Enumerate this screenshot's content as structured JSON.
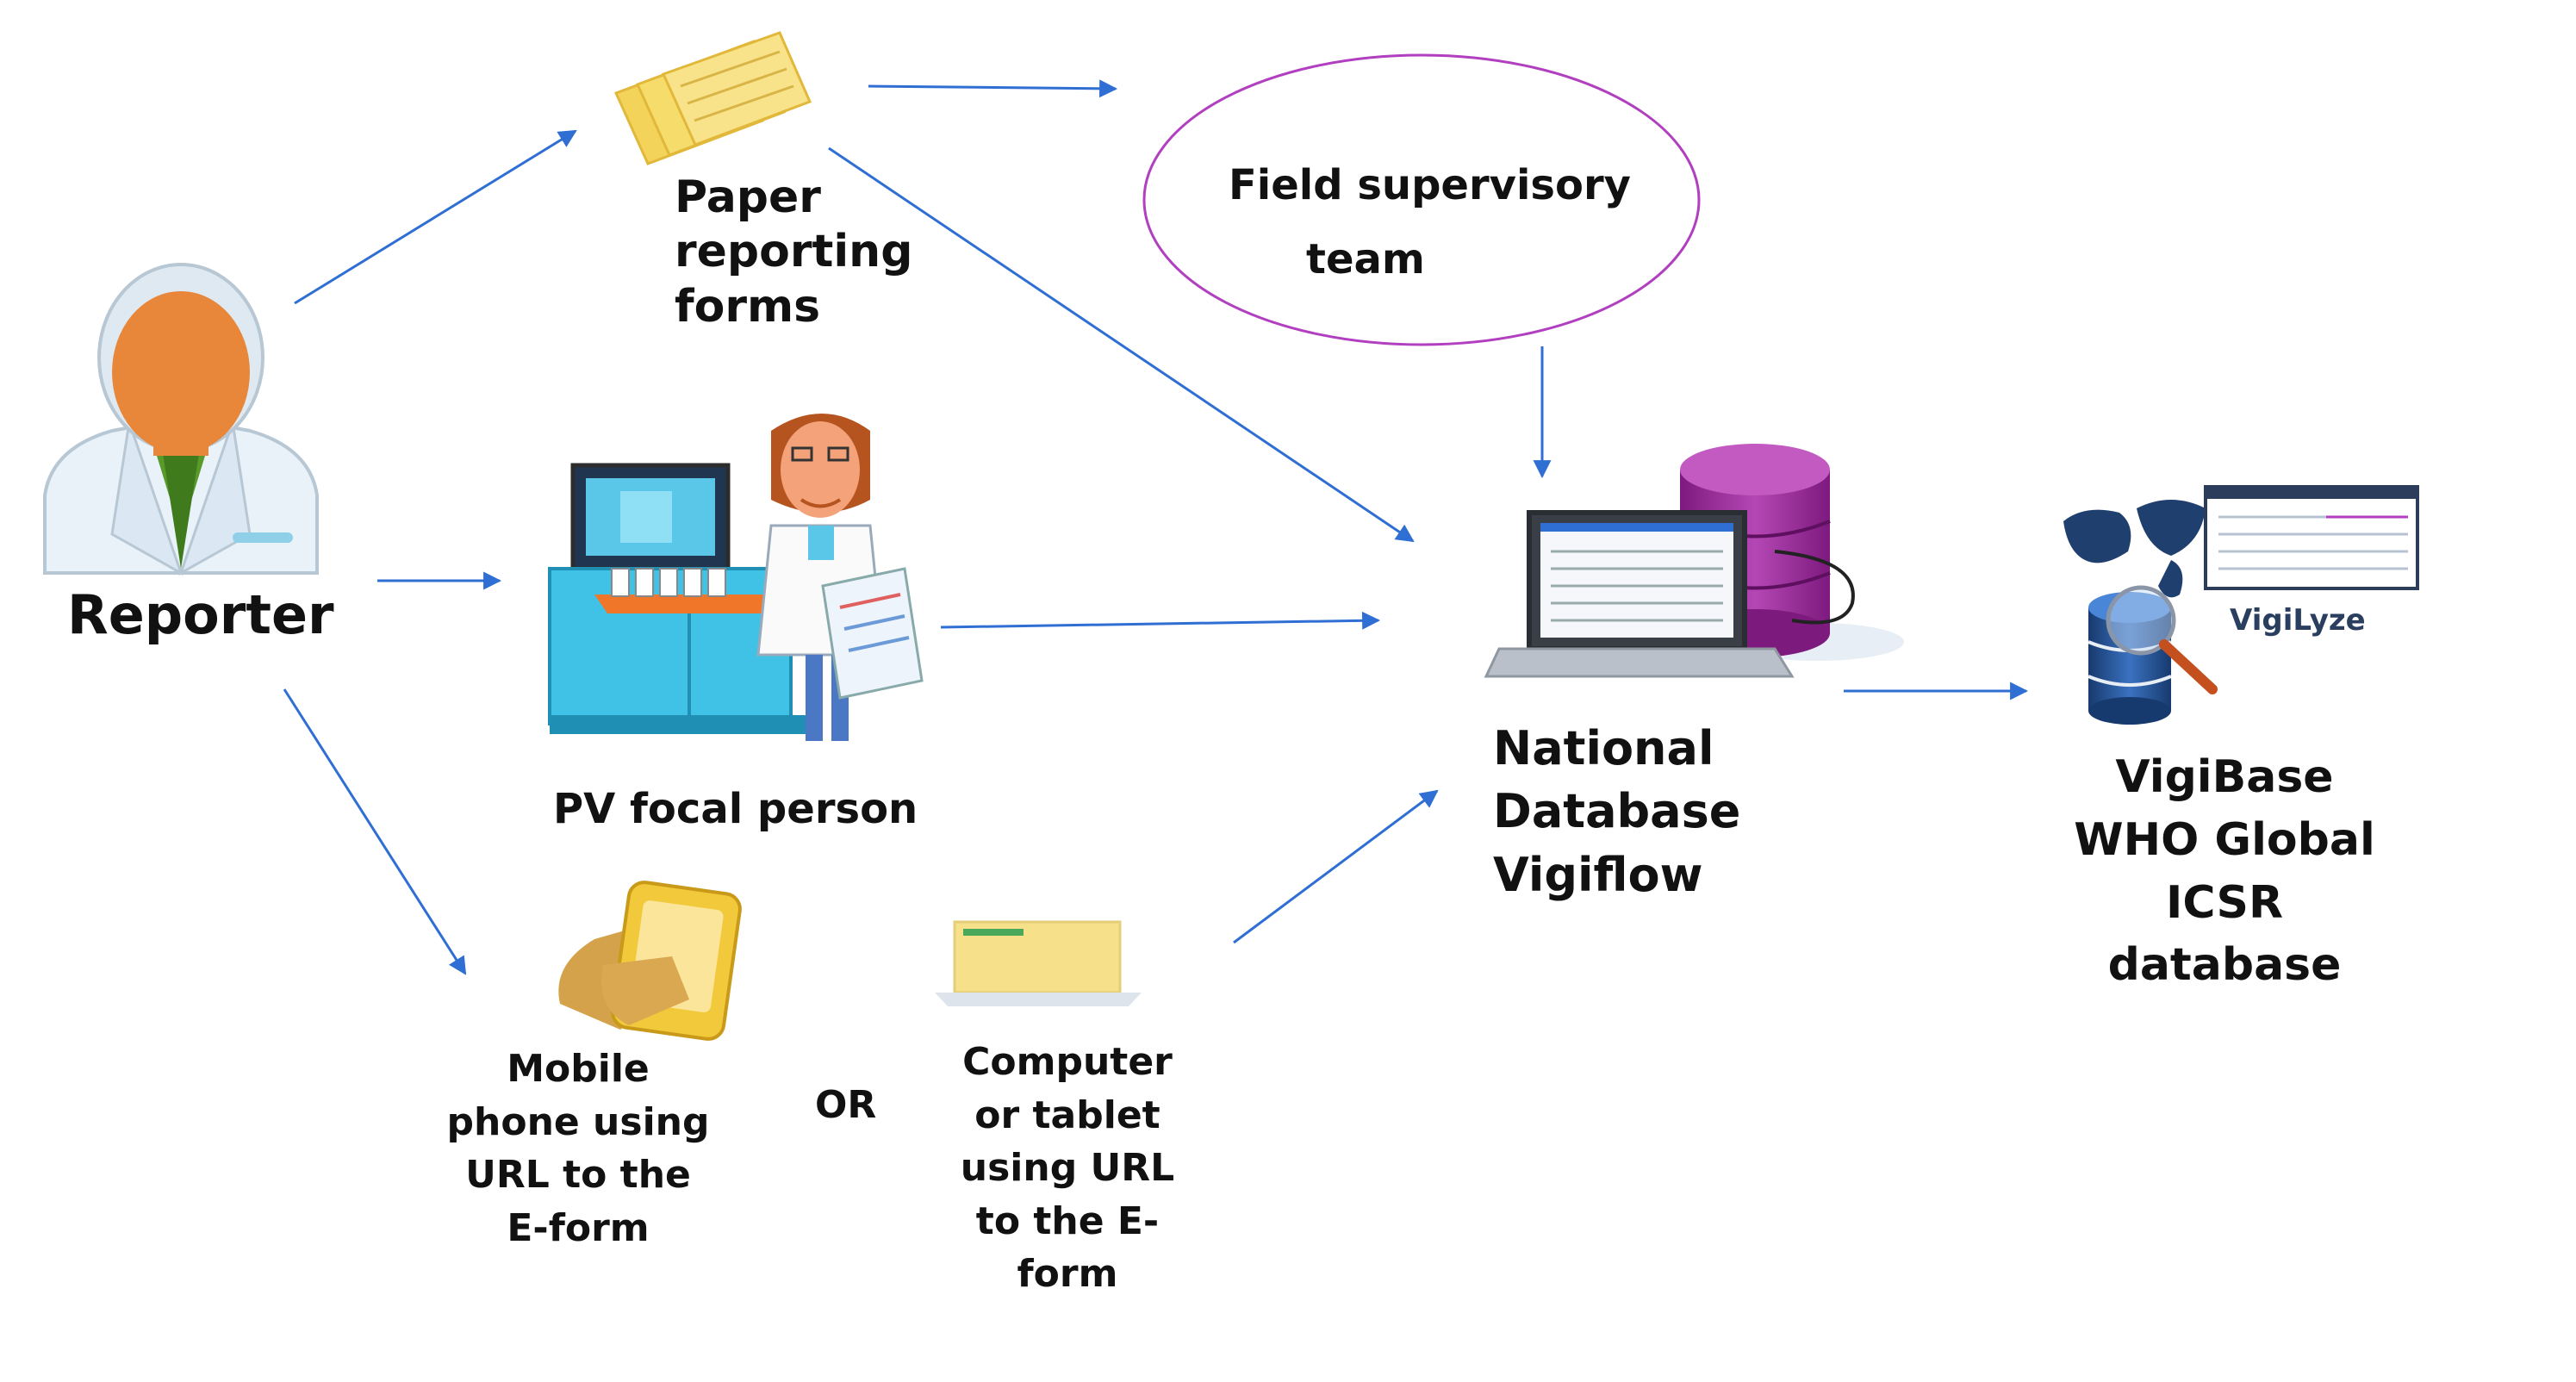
{
  "reporter": {
    "label": "Reporter"
  },
  "paper_forms": {
    "lines": [
      "Paper",
      "reporting",
      "forms"
    ]
  },
  "pv_focal_person": {
    "label": "PV focal person"
  },
  "mobile_phone": {
    "lines": [
      "Mobile",
      "phone using",
      "URL to the",
      "E-form"
    ]
  },
  "or_label": "OR",
  "computer_tablet": {
    "lines": [
      "Computer",
      "or tablet",
      "using URL",
      "to the E-",
      "form"
    ]
  },
  "field_supervisory_team": {
    "lines": [
      "Field supervisory",
      "team"
    ]
  },
  "national_database": {
    "lines": [
      "National",
      "Database",
      "Vigiflow"
    ]
  },
  "vigilyze_label": "VigiLyze",
  "vigibase": {
    "lines": [
      "VigiBase",
      "WHO Global",
      "ICSR",
      "database"
    ]
  },
  "colors": {
    "arrow": "#2f6fd4",
    "ellipse": "#b13fc0",
    "database": "#8a1f8a",
    "skin": "#e8863a",
    "paper": "#f6dc6a",
    "desk": "#40c2e6",
    "vigibase_db": "#1f4f8f"
  }
}
